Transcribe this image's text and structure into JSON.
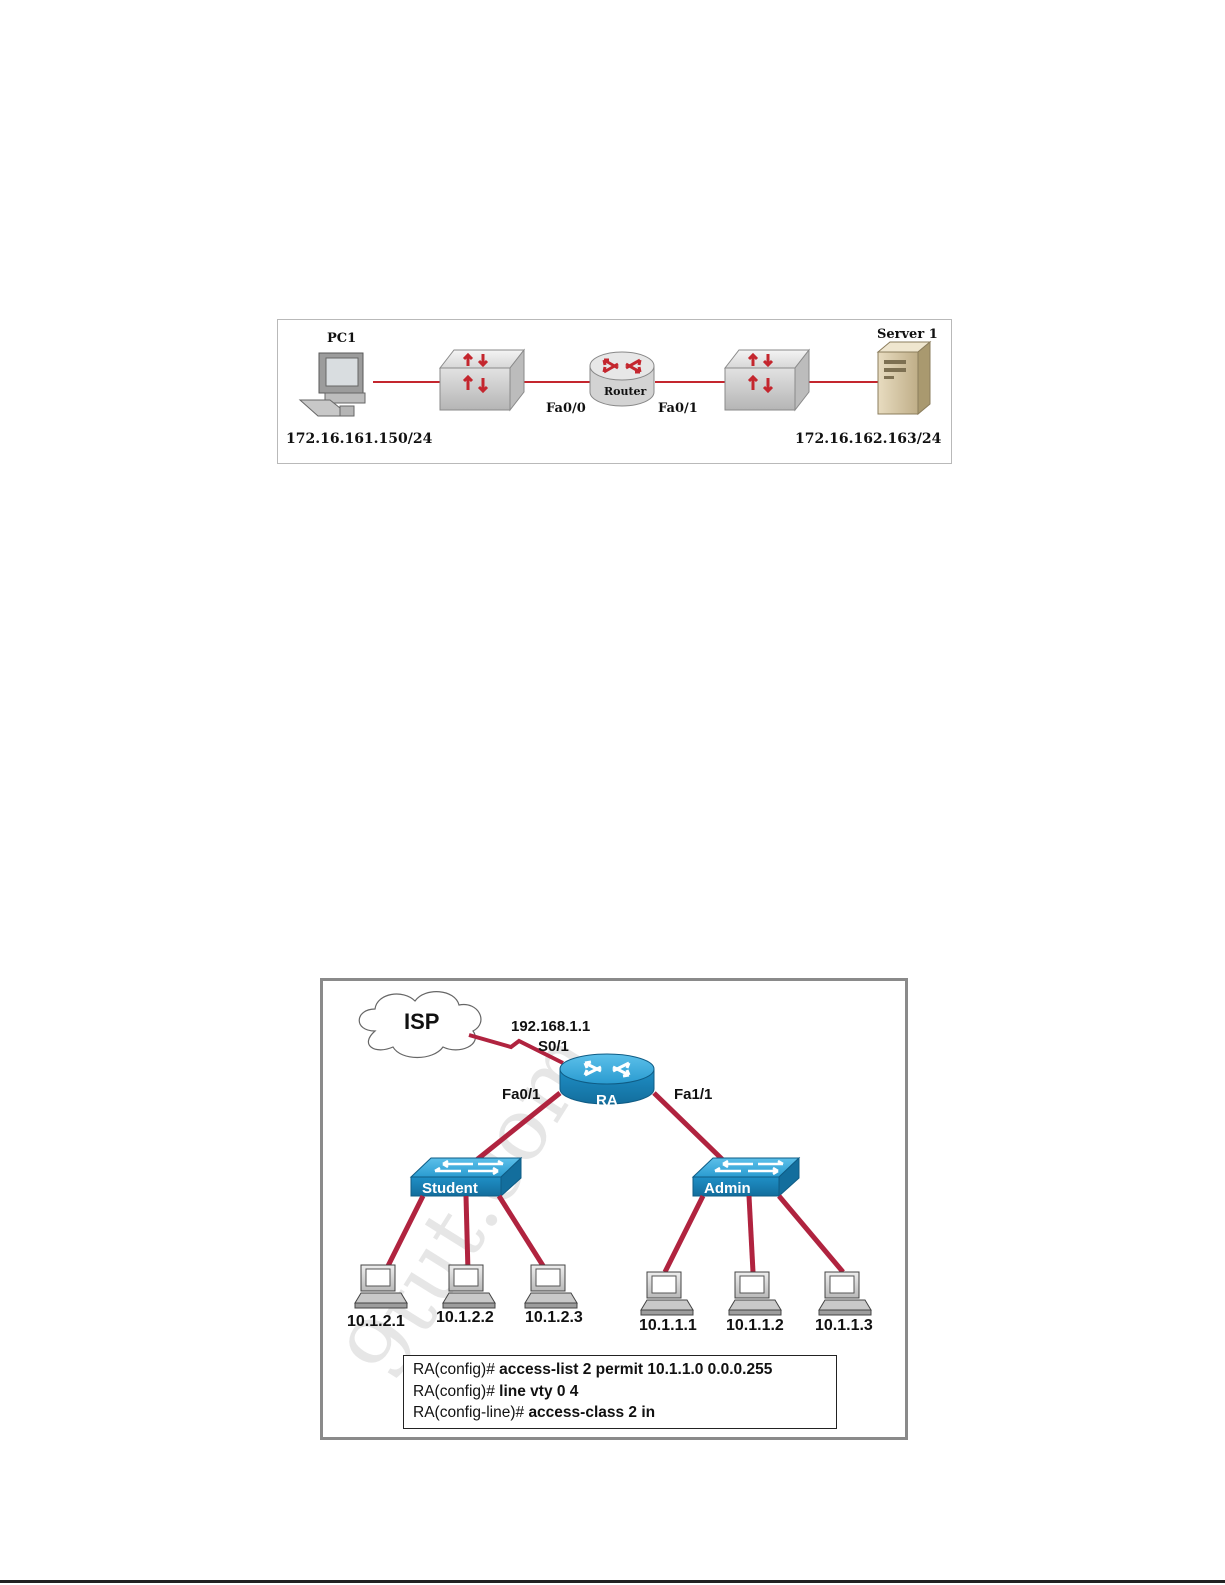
{
  "diagram1": {
    "pc_label": "PC1",
    "server_label": "Server 1",
    "router_label": "Router",
    "left_interface": "Fa0/0",
    "right_interface": "Fa0/1",
    "pc_ip": "172.16.161.150/24",
    "server_ip": "172.16.162.163/24",
    "link_color": "#c4262e"
  },
  "diagram2": {
    "cloud_label": "ISP",
    "router_label": "RA",
    "serial_ip": "192.168.1.1",
    "serial_interface": "S0/1",
    "left_interface": "Fa0/1",
    "right_interface": "Fa1/1",
    "left_switch": "Student",
    "right_switch": "Admin",
    "student_hosts": [
      "10.1.2.1",
      "10.1.2.2",
      "10.1.2.3"
    ],
    "admin_hosts": [
      "10.1.1.1",
      "10.1.1.2",
      "10.1.1.3"
    ],
    "watermark": "9tut.com",
    "link_color": "#b0233f",
    "device_color": "#1f8fc6",
    "config": [
      {
        "prompt": "RA(config)# ",
        "command": "access-list 2 permit 10.1.1.0 0.0.0.255"
      },
      {
        "prompt": "RA(config)# ",
        "command": "line vty 0 4"
      },
      {
        "prompt": "RA(config-line)# ",
        "command": "access-class 2 in"
      }
    ]
  }
}
